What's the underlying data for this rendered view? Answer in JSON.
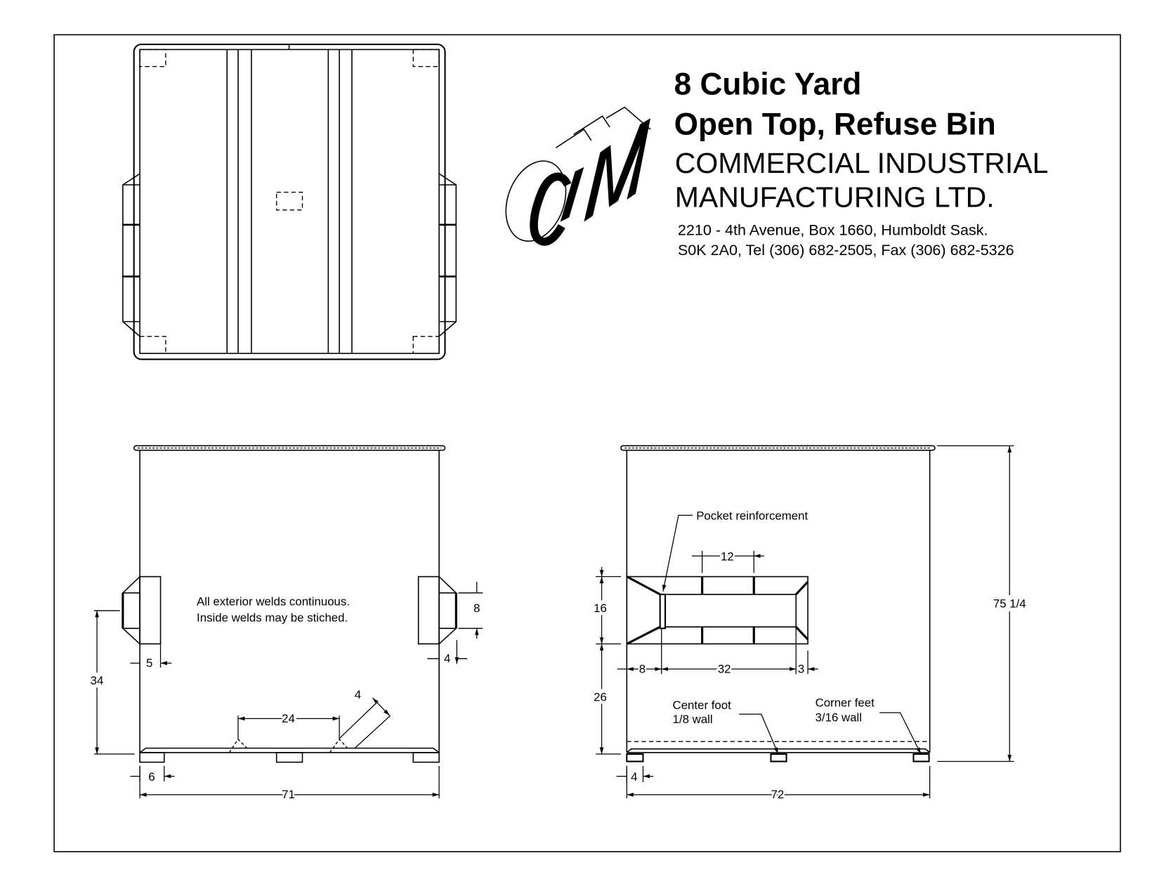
{
  "title": {
    "line1": "8 Cubic Yard",
    "line2": "Open Top, Refuse Bin",
    "company1": "COMMERCIAL INDUSTRIAL",
    "company2": "MANUFACTURING LTD.",
    "address1": "2210 - 4th Avenue, Box 1660, Humboldt Sask.",
    "address2": "S0K 2A0, Tel (306) 682-2505, Fax (306) 682-5326"
  },
  "logo": {
    "text": "CIM"
  },
  "front_view": {
    "note1": "All exterior welds continuous.",
    "note2": "Inside welds may be stiched.",
    "dims": {
      "pocket_height_from_base": "34",
      "pocket_depth": "5",
      "pocket_offset_right": "4",
      "pocket_opening": "8",
      "center_spacing": "24",
      "angle_gusset": "4",
      "foot_width": "6",
      "overall_width": "71"
    }
  },
  "side_view": {
    "label_pocket": "Pocket reinforcement",
    "label_center_foot": "Center foot",
    "label_center_foot_wall": "1/8 wall",
    "label_corner_feet": "Corner feet",
    "label_corner_feet_wall": "3/16 wall",
    "dims": {
      "divider_spacing": "12",
      "pocket_height": "16",
      "pocket_from_base": "26",
      "left_chamfer": "8",
      "pocket_length": "32",
      "right_chamfer": "3",
      "foot_width": "4",
      "overall_width": "72",
      "overall_height": "75 1/4"
    }
  }
}
